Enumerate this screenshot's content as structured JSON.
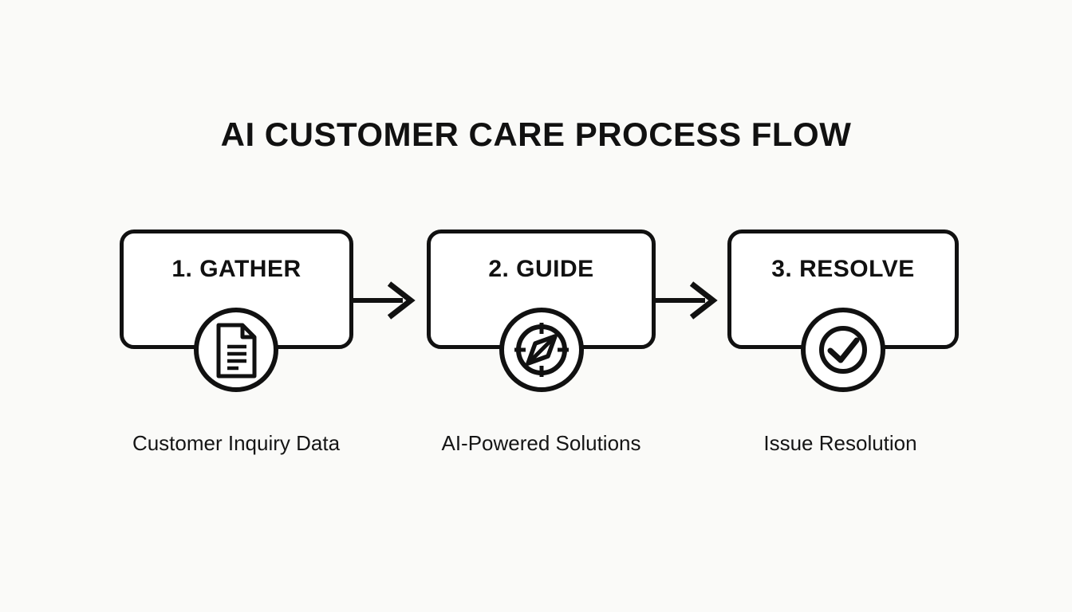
{
  "title": "AI CUSTOMER CARE PROCESS FLOW",
  "steps": [
    {
      "label": "1. GATHER",
      "caption": "Customer Inquiry Data",
      "icon": "document-icon"
    },
    {
      "label": "2. GUIDE",
      "caption": "AI-Powered Solutions",
      "icon": "compass-icon"
    },
    {
      "label": "3. RESOLVE",
      "caption": "Issue Resolution",
      "icon": "check-circle-icon"
    }
  ],
  "connectors": [
    {
      "icon": "arrow-right-icon",
      "from": "1. GATHER",
      "to": "2. GUIDE"
    },
    {
      "icon": "arrow-right-icon",
      "from": "2. GUIDE",
      "to": "3. RESOLVE"
    }
  ],
  "colors": {
    "background": "#fafaf8",
    "line": "#111111",
    "box_fill": "#ffffff",
    "text": "#111111"
  }
}
